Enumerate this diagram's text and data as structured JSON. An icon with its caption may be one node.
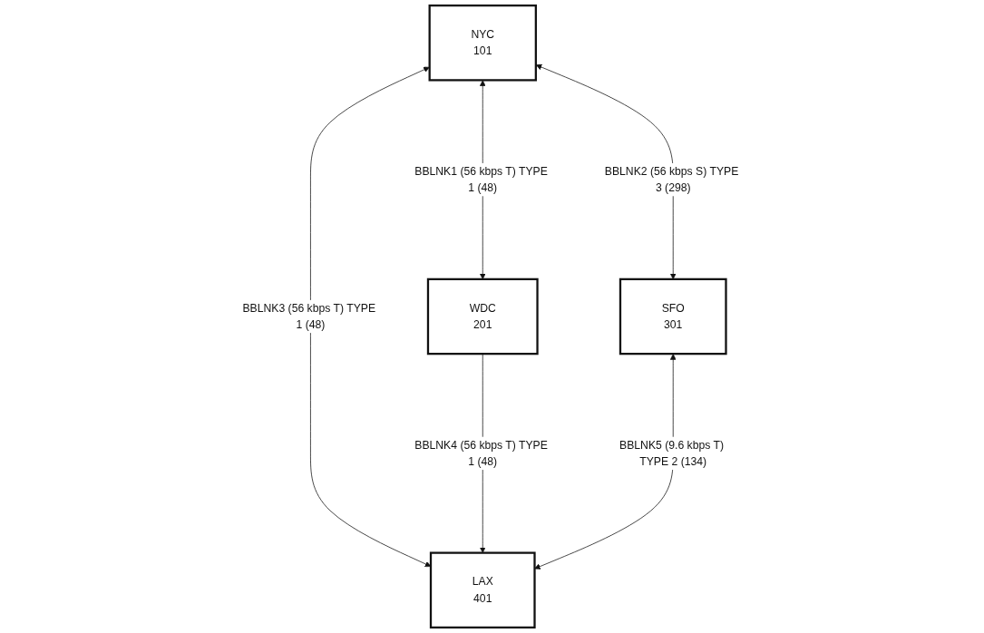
{
  "diagram": {
    "nodes": [
      {
        "text": [
          "NYC",
          "101"
        ]
      },
      {
        "text": [
          "WDC",
          "201"
        ]
      },
      {
        "text": [
          "SFO",
          "301"
        ]
      },
      {
        "text": [
          "LAX",
          "401"
        ]
      }
    ],
    "edges": [
      {
        "from": 0,
        "to": 1,
        "arrow": "both",
        "label": "BBLNK1 (56 kbps T) TYPE 1 (48)"
      },
      {
        "from": 0,
        "to": 2,
        "arrow": "both",
        "label": "BBLNK2 (56 kbps S) TYPE 3 (298)"
      },
      {
        "from": 0,
        "to": 3,
        "arrow": "both",
        "label": "BBLNK3 (56 kbps T) TYPE 1 (48)"
      },
      {
        "from": 1,
        "to": 3,
        "arrow": "to",
        "label": "BBLNK4 (56 kbps T) TYPE 1 (48)"
      },
      {
        "from": 2,
        "to": 3,
        "arrow": "both",
        "label": "BBLNK5 (9.6 kbps T) TYPE 2 (134)"
      }
    ]
  }
}
